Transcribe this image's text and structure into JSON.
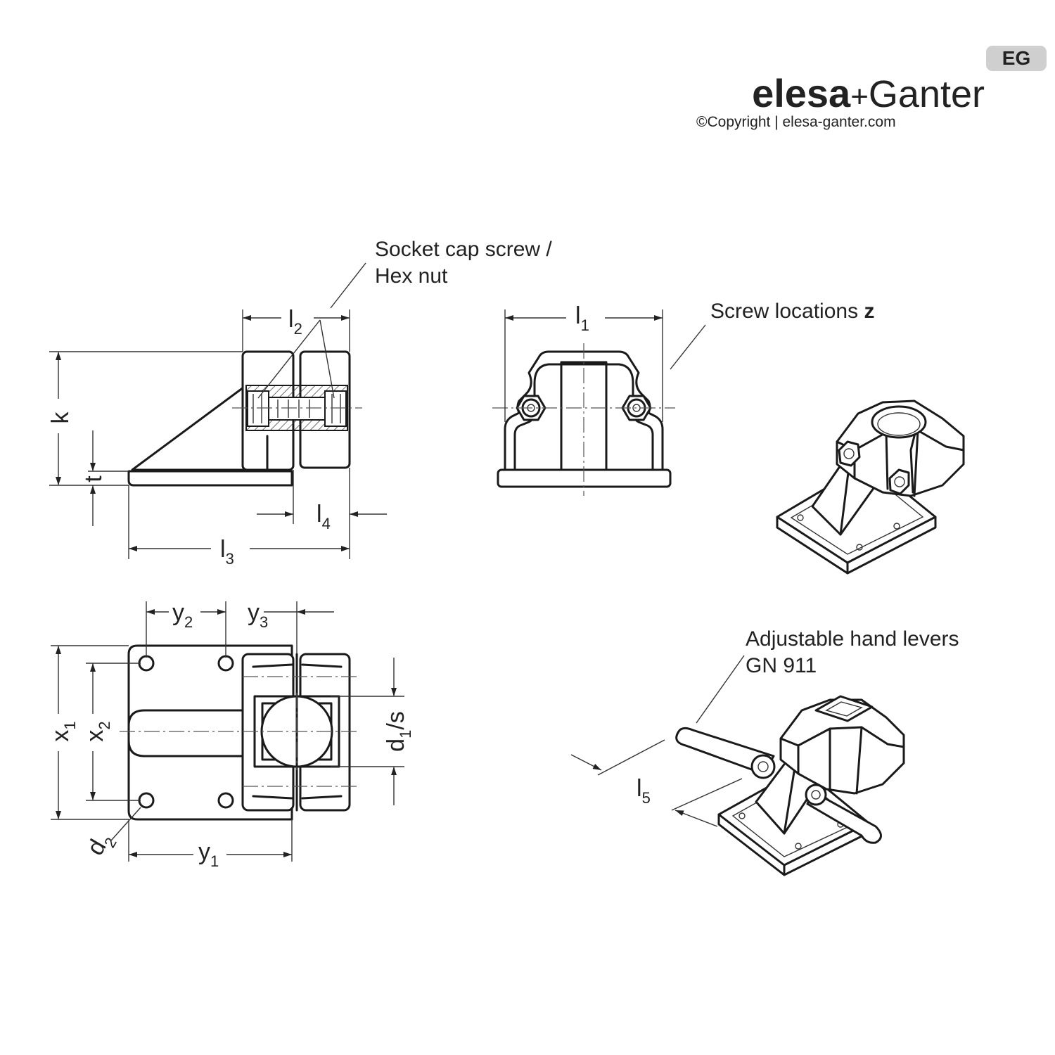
{
  "logo": {
    "brand_left": "elesa",
    "brand_plus": "+",
    "brand_right": "Ganter",
    "badge": "EG",
    "copyright": "©Copyright | elesa-ganter.com"
  },
  "callouts": {
    "socket_cap_screw_line1": "Socket cap screw /",
    "socket_cap_screw_line2": "Hex nut",
    "screw_locations": "Screw locations",
    "screw_locations_var": "z",
    "hand_levers_line1": "Adjustable hand levers",
    "hand_levers_line2": "GN 911"
  },
  "dimensions": {
    "l1": "l",
    "l1_sub": "1",
    "l2": "l",
    "l2_sub": "2",
    "l3": "l",
    "l3_sub": "3",
    "l4": "l",
    "l4_sub": "4",
    "l5": "l",
    "l5_sub": "5",
    "k": "k",
    "t": "t",
    "y1": "y",
    "y1_sub": "1",
    "y2": "y",
    "y2_sub": "2",
    "y3": "y",
    "y3_sub": "3",
    "x1": "x",
    "x1_sub": "1",
    "x2": "x",
    "x2_sub": "2",
    "d1s": "d",
    "d1s_sub": "1",
    "d1s_suffix": "/s",
    "d2": "d",
    "d2_sub": "2"
  }
}
